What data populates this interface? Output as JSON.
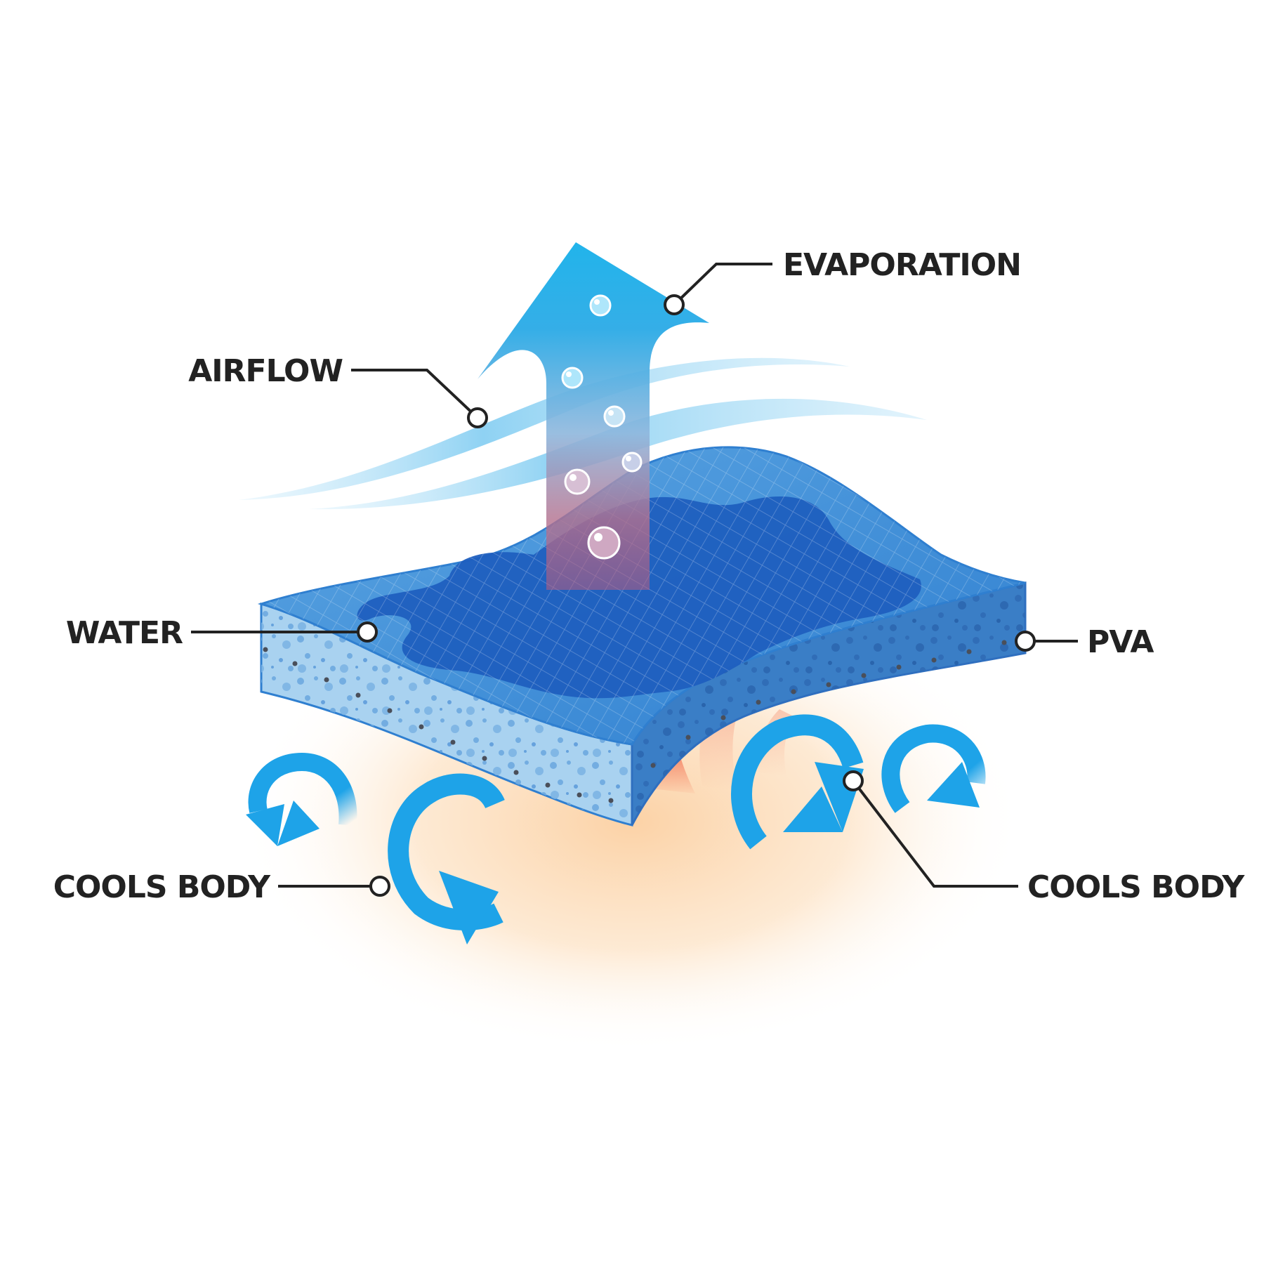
{
  "labels": {
    "evaporation": "EVAPORATION",
    "airflow": "AIRFLOW",
    "water": "WATER",
    "pva": "PVA",
    "cools_body_left": "COOLS BODY",
    "cools_body_right": "COOLS BODY"
  },
  "colors": {
    "arrow_blue": "#1aa7e6",
    "cool_arrow": "#1ea3e8",
    "pad_top": "#3d8fd6",
    "pad_water": "#1f5fbf",
    "pad_side_light": "#a9d2f0",
    "pad_side_dark": "#3a7ec6",
    "airflow": "#9ed6f5",
    "heat": "#f15a3a",
    "glow": "#fde3c4",
    "callout": "#222222"
  }
}
